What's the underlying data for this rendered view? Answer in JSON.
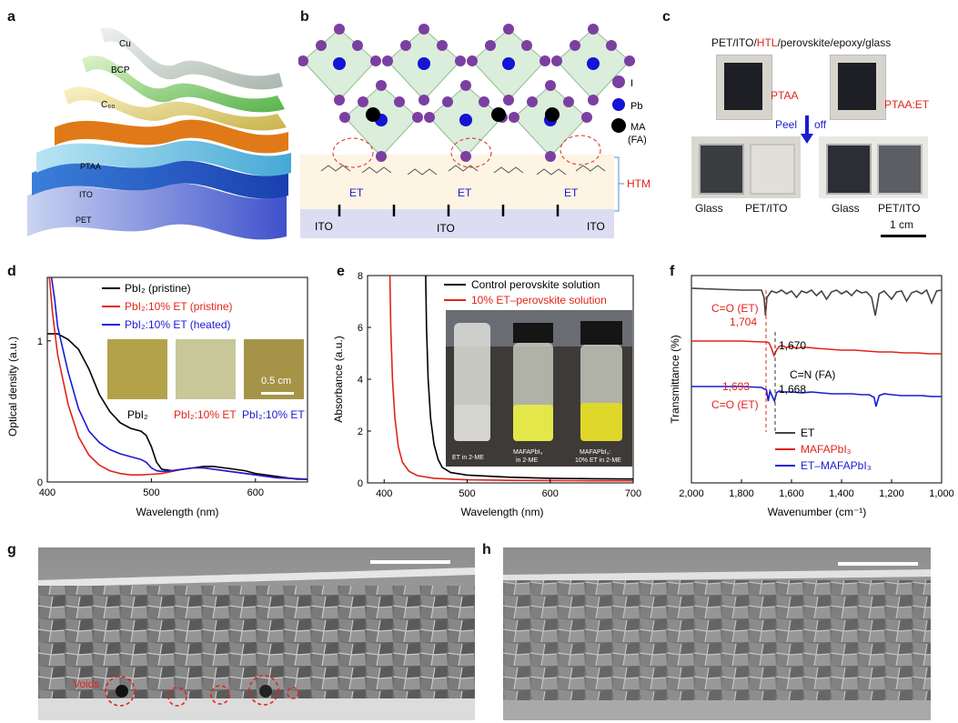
{
  "panel_labels": [
    "a",
    "b",
    "c",
    "d",
    "e",
    "f",
    "g",
    "h"
  ],
  "panel_a": {
    "layers": [
      "Cu",
      "BCP",
      "C₆₀",
      "PTAA",
      "ITO",
      "PET"
    ]
  },
  "panel_b": {
    "legend": [
      {
        "label": "I",
        "color": "#7b3fa1"
      },
      {
        "label": "Pb",
        "color": "#1414d6"
      },
      {
        "label": "MA",
        "color": "#000000"
      },
      {
        "label": "(FA)",
        "color": "#000000"
      }
    ],
    "et_labels": [
      "ET",
      "ET",
      "ET"
    ],
    "ito_labels": [
      "ITO",
      "ITO",
      "ITO"
    ],
    "htm_label": "HTM"
  },
  "panel_c": {
    "title_prefix": "PET/ITO/",
    "title_htl": "HTL",
    "title_suffix": "/perovskite/epoxy/glass",
    "label_ptaa": "PTAA",
    "label_ptaa_et": "PTAA:ET",
    "peel_1": "Peel",
    "peel_2": "off",
    "bottom_labels": [
      "Glass",
      "PET/ITO",
      "Glass",
      "PET/ITO"
    ],
    "scale": "1 cm"
  },
  "panel_d": {
    "legend": [
      "PbI₂ (pristine)",
      "PbI₂:10% ET (pristine)",
      "PbI₂:10% ET (heated)"
    ],
    "legend_colors": [
      "#000000",
      "#e0241b",
      "#1b1bd6"
    ],
    "photo_labels": [
      "PbI₂",
      "PbI₂:10% ET",
      "PbI₂:10% ET"
    ],
    "scale": "0.5 cm"
  },
  "panel_e": {
    "legend": [
      "Control perovskite solution",
      "10% ET–perovskite solution"
    ],
    "vial_labels": [
      "ET in 2-ME",
      "MAFAPbI₃",
      "in 2-ME",
      "MAFAPbI₃:",
      "10% ET in 2-ME"
    ]
  },
  "panel_f": {
    "annotations": [
      "C=O (ET)",
      "1,704",
      "1,670",
      "C=N (FA)",
      "1,668",
      "1,693",
      "C=O (ET)"
    ],
    "legend": [
      "ET",
      "MAFAPbI₃",
      "ET–MAFAPbI₃"
    ],
    "legend_colors": [
      "#444444",
      "#e0241b",
      "#1b1bd6"
    ]
  },
  "panel_g": {
    "voids_label": "Voids"
  },
  "chart_data": [
    {
      "type": "line",
      "panel": "d",
      "xlabel": "Wavelength (nm)",
      "ylabel": "Optical density (a.u.)",
      "xlim": [
        400,
        650
      ],
      "ylim": [
        0,
        1.45
      ],
      "xticks": [
        400,
        500,
        600
      ],
      "yticks": [
        0,
        1
      ],
      "series": [
        {
          "name": "PbI₂ (pristine)",
          "color": "#000000",
          "x": [
            400,
            410,
            420,
            430,
            440,
            450,
            460,
            470,
            480,
            490,
            495,
            500,
            505,
            510,
            520,
            530,
            540,
            550,
            560,
            570,
            580,
            590,
            600,
            620,
            640,
            650
          ],
          "y": [
            1.05,
            1.05,
            1.01,
            0.94,
            0.8,
            0.62,
            0.5,
            0.42,
            0.38,
            0.36,
            0.33,
            0.25,
            0.14,
            0.09,
            0.08,
            0.09,
            0.1,
            0.11,
            0.11,
            0.1,
            0.09,
            0.08,
            0.06,
            0.04,
            0.02,
            0.02
          ]
        },
        {
          "name": "PbI₂:10% ET (pristine)",
          "color": "#e0241b",
          "x": [
            402,
            405,
            410,
            420,
            430,
            440,
            450,
            460,
            470,
            480,
            490,
            500,
            510,
            520,
            530,
            540,
            550,
            560,
            570,
            580,
            600,
            620,
            650
          ],
          "y": [
            1.45,
            1.2,
            0.9,
            0.55,
            0.32,
            0.19,
            0.12,
            0.08,
            0.06,
            0.05,
            0.05,
            0.055,
            0.06,
            0.075,
            0.09,
            0.1,
            0.1,
            0.09,
            0.08,
            0.07,
            0.05,
            0.03,
            0.02
          ]
        },
        {
          "name": "PbI₂:10% ET (heated)",
          "color": "#1b1bd6",
          "x": [
            404,
            407,
            410,
            420,
            430,
            440,
            450,
            460,
            470,
            480,
            490,
            495,
            500,
            505,
            510,
            520,
            530,
            540,
            550,
            560,
            580,
            600,
            620,
            650
          ],
          "y": [
            1.45,
            1.3,
            1.1,
            0.78,
            0.52,
            0.36,
            0.28,
            0.23,
            0.2,
            0.18,
            0.16,
            0.14,
            0.1,
            0.08,
            0.075,
            0.08,
            0.09,
            0.1,
            0.1,
            0.09,
            0.07,
            0.05,
            0.03,
            0.02
          ]
        }
      ]
    },
    {
      "type": "line",
      "panel": "e",
      "xlabel": "Wavelength (nm)",
      "ylabel": "Absorbance (a.u.)",
      "xlim": [
        380,
        700
      ],
      "ylim": [
        0,
        8
      ],
      "xticks": [
        400,
        500,
        600,
        700
      ],
      "yticks": [
        0,
        2,
        4,
        6,
        8
      ],
      "series": [
        {
          "name": "Control perovskite solution",
          "color": "#000000",
          "x": [
            450,
            451,
            453,
            456,
            460,
            465,
            470,
            480,
            500,
            550,
            600,
            650,
            700
          ],
          "y": [
            8,
            6,
            4,
            2.5,
            1.5,
            0.9,
            0.6,
            0.4,
            0.3,
            0.22,
            0.18,
            0.16,
            0.15
          ]
        },
        {
          "name": "10% ET–perovskite solution",
          "color": "#e0241b",
          "x": [
            407,
            408,
            410,
            413,
            417,
            422,
            430,
            440,
            460,
            500,
            550,
            600,
            650,
            700
          ],
          "y": [
            8,
            6,
            4,
            2.5,
            1.4,
            0.8,
            0.45,
            0.28,
            0.18,
            0.12,
            0.1,
            0.09,
            0.08,
            0.08
          ]
        }
      ]
    },
    {
      "type": "line",
      "panel": "f",
      "xlabel": "Wavenumber (cm⁻¹)",
      "ylabel": "Transmittance (%)",
      "xlim": [
        2000,
        1000
      ],
      "xticks": [
        2000,
        1800,
        1600,
        1400,
        1200,
        1000
      ],
      "xtick_labels": [
        "2,000",
        "1,800",
        "1,600",
        "1,400",
        "1,200",
        "1,000"
      ],
      "series": [
        {
          "name": "ET",
          "color": "#444444",
          "x": [
            2000,
            1900,
            1800,
            1720,
            1710,
            1704,
            1698,
            1680,
            1660,
            1640,
            1620,
            1600,
            1580,
            1560,
            1540,
            1520,
            1500,
            1480,
            1460,
            1440,
            1420,
            1400,
            1380,
            1360,
            1340,
            1320,
            1300,
            1280,
            1265,
            1250,
            1230,
            1200,
            1180,
            1160,
            1140,
            1120,
            1100,
            1080,
            1060,
            1040,
            1020,
            1000
          ],
          "y": [
            0.0,
            0.01,
            0.02,
            0.02,
            0.1,
            0.3,
            0.1,
            0.03,
            0.05,
            0.02,
            0.06,
            0.03,
            0.1,
            0.03,
            0.05,
            0.02,
            0.08,
            0.03,
            0.12,
            0.04,
            0.02,
            0.06,
            0.03,
            0.08,
            0.02,
            0.05,
            0.04,
            0.1,
            0.3,
            0.06,
            0.03,
            0.12,
            0.04,
            0.03,
            0.14,
            0.05,
            0.03,
            0.06,
            0.02,
            0.16,
            0.03,
            0.02
          ]
        },
        {
          "name": "MAFAPbI₃",
          "color": "#e0241b",
          "x": [
            2000,
            1900,
            1800,
            1720,
            1700,
            1690,
            1680,
            1670,
            1660,
            1650,
            1640,
            1620,
            1600,
            1580,
            1560,
            1540,
            1500,
            1450,
            1400,
            1350,
            1300,
            1250,
            1200,
            1150,
            1100,
            1050,
            1000
          ],
          "y": [
            0.0,
            0.0,
            0.0,
            0.01,
            0.01,
            0.02,
            0.08,
            0.16,
            0.1,
            0.06,
            0.05,
            0.07,
            0.06,
            0.08,
            0.07,
            0.07,
            0.08,
            0.09,
            0.1,
            0.1,
            0.11,
            0.12,
            0.12,
            0.13,
            0.13,
            0.14,
            0.14
          ]
        },
        {
          "name": "ET–MAFAPbI₃",
          "color": "#1b1bd6",
          "x": [
            2000,
            1900,
            1800,
            1720,
            1700,
            1693,
            1686,
            1675,
            1668,
            1660,
            1650,
            1630,
            1600,
            1560,
            1520,
            1480,
            1440,
            1400,
            1360,
            1320,
            1290,
            1270,
            1262,
            1250,
            1230,
            1200,
            1160,
            1120,
            1080,
            1040,
            1000
          ],
          "y": [
            0.0,
            0.0,
            0.0,
            0.01,
            0.04,
            0.16,
            0.05,
            0.12,
            0.16,
            0.07,
            0.05,
            0.06,
            0.06,
            0.07,
            0.06,
            0.07,
            0.08,
            0.08,
            0.08,
            0.09,
            0.09,
            0.12,
            0.22,
            0.1,
            0.08,
            0.09,
            0.1,
            0.1,
            0.1,
            0.11,
            0.11
          ]
        }
      ]
    }
  ]
}
